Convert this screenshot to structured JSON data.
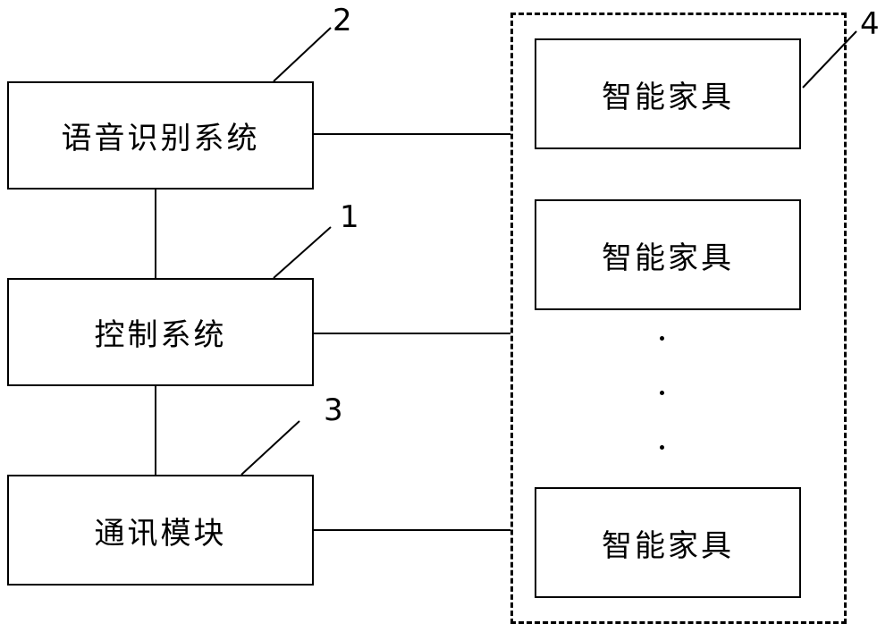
{
  "left_blocks": {
    "speech": {
      "label": "语音识别系统",
      "ref": "2"
    },
    "control": {
      "label": "控制系统",
      "ref": "1"
    },
    "comm": {
      "label": "通讯模块",
      "ref": "3"
    }
  },
  "smart_home_group": {
    "ref": "4",
    "devices": [
      {
        "label": "智能家具"
      },
      {
        "label": "智能家具"
      },
      {
        "label": "智能家具"
      }
    ],
    "ellipsis": "···"
  },
  "colors": {
    "stroke": "#000000",
    "background": "#ffffff"
  }
}
